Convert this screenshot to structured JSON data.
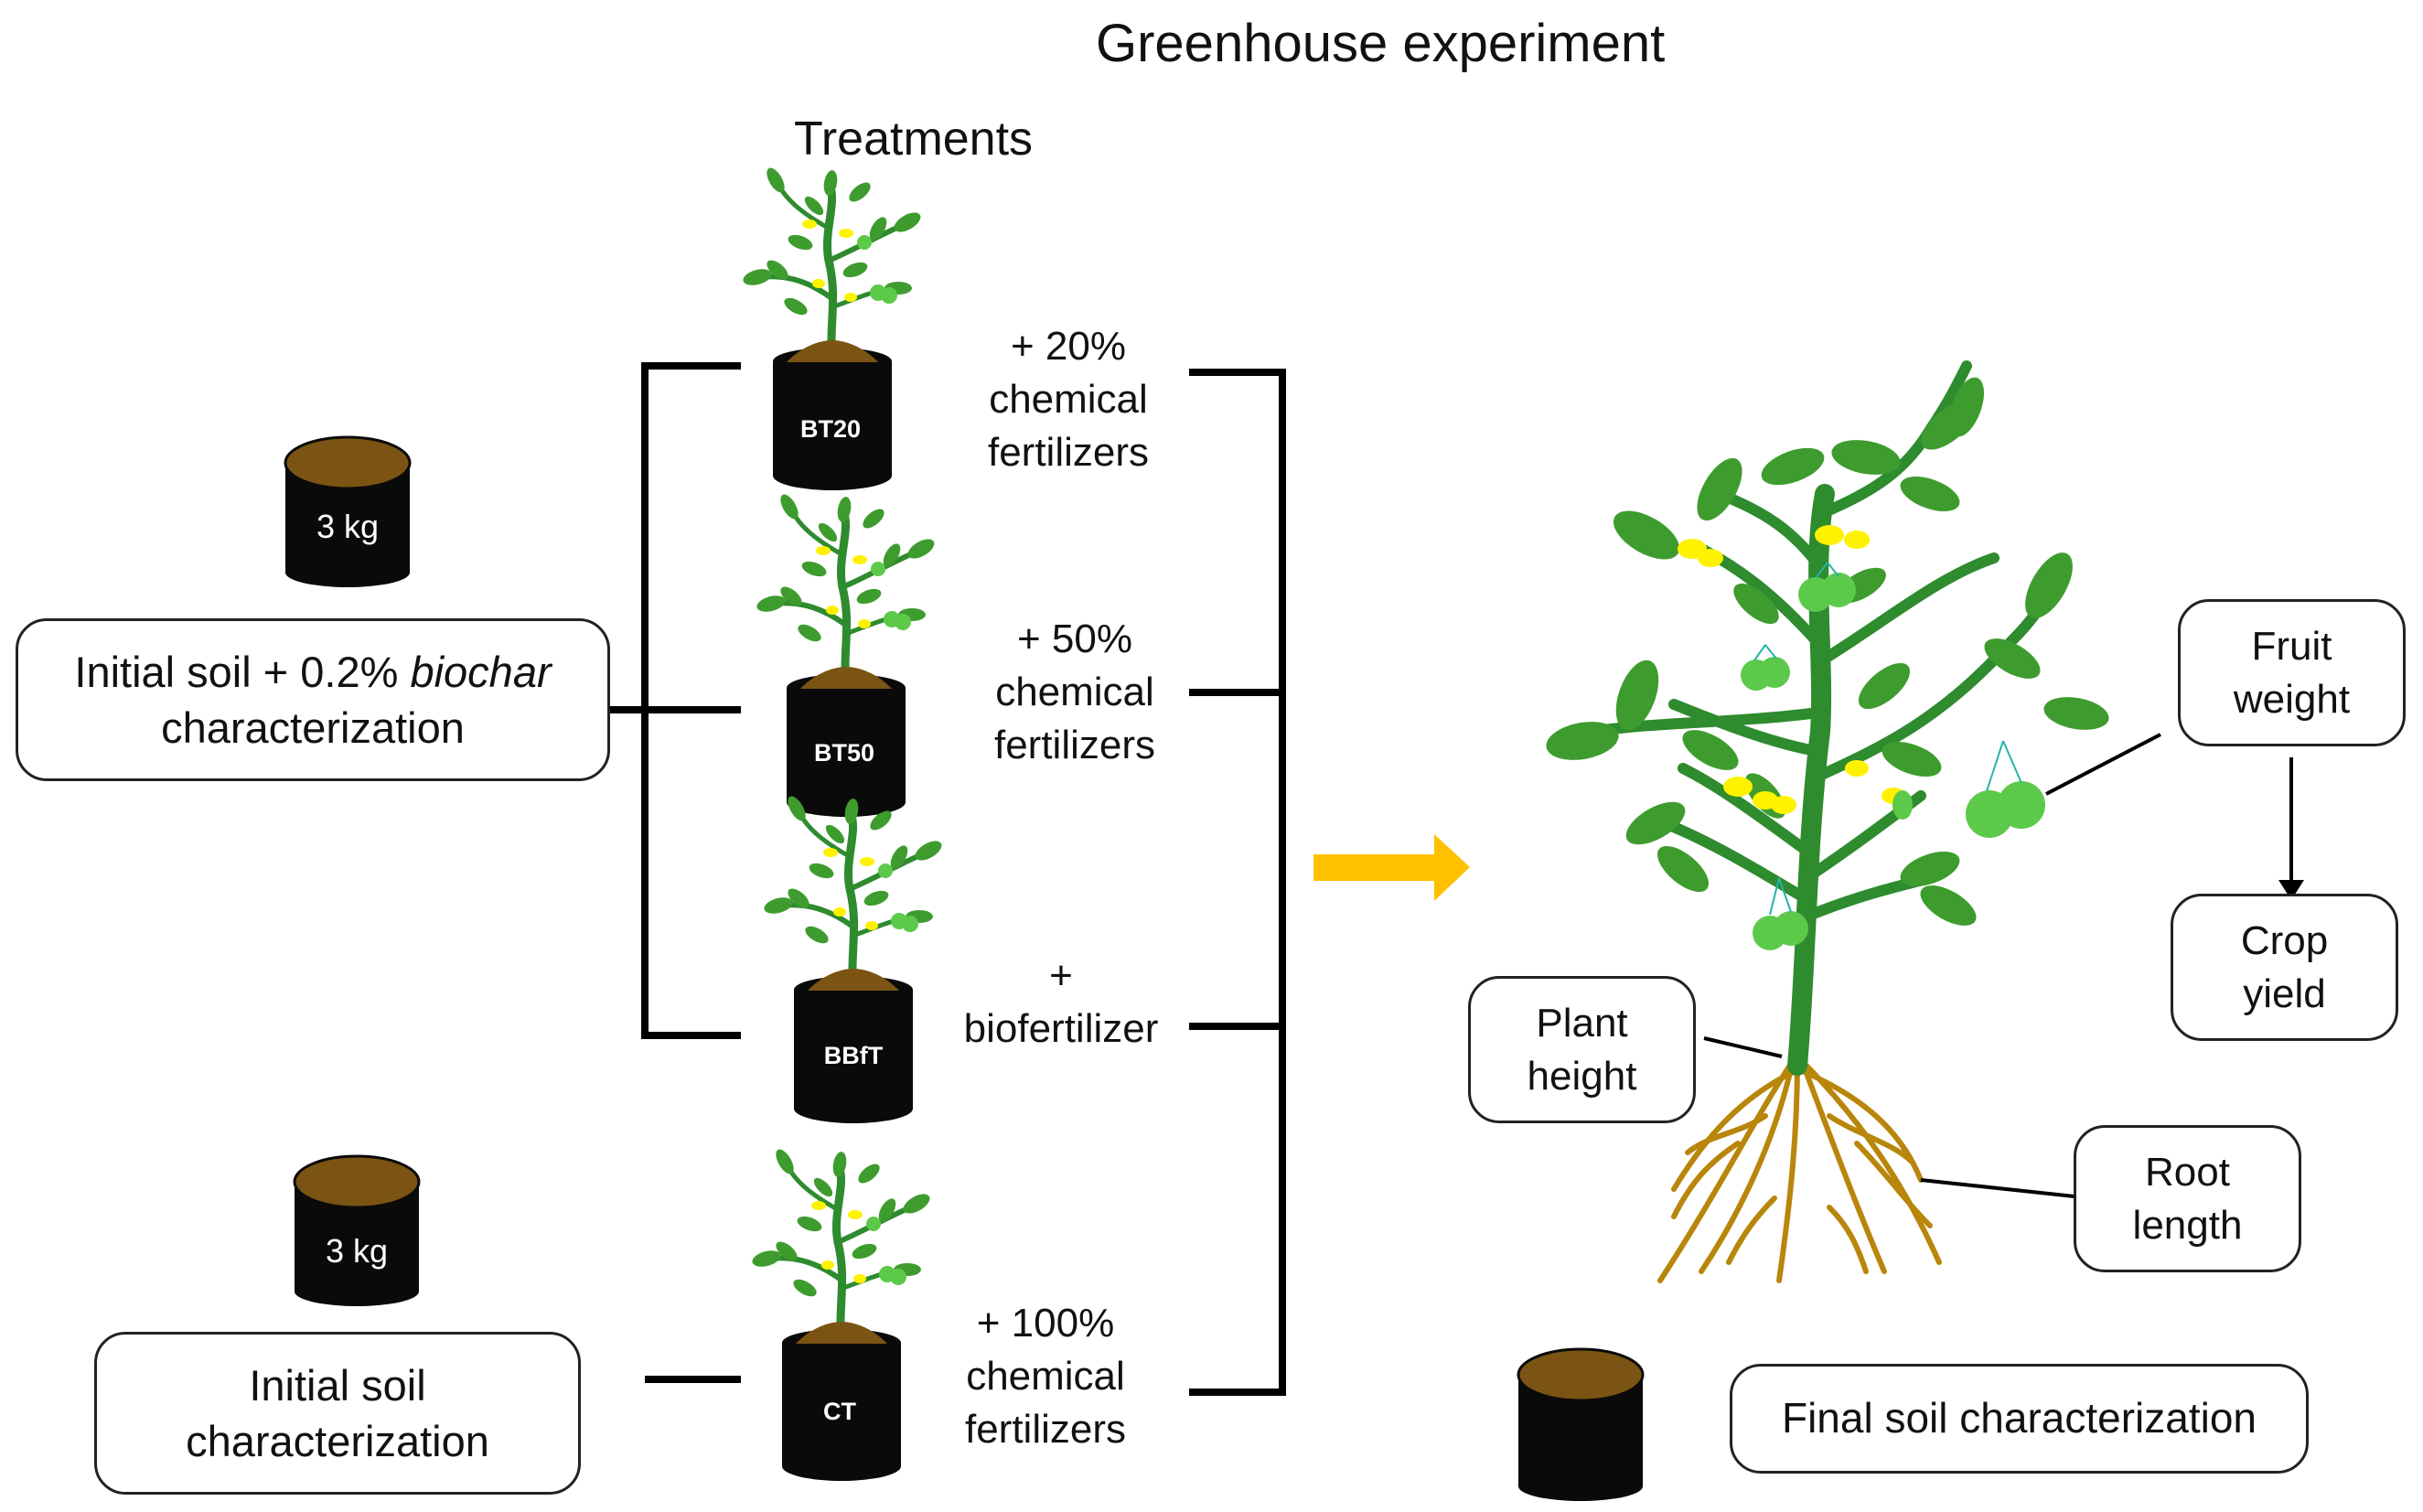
{
  "header": {
    "title": "Greenhouse experiment",
    "treatments_heading": "Treatments"
  },
  "initial_biochar": {
    "pot_weight": "3 kg",
    "box_line1_prefix": "Initial soil + 0.2% ",
    "box_line1_italic": "biochar",
    "box_line2": "characterization"
  },
  "initial_soil": {
    "pot_weight": "3 kg",
    "box_line1": "Initial soil",
    "box_line2": "characterization"
  },
  "treatments": [
    {
      "pot_label": "BT20",
      "lines": [
        "+ 20%",
        "chemical",
        "fertilizers"
      ]
    },
    {
      "pot_label": "BT50",
      "lines": [
        "+ 50%",
        "chemical",
        "fertilizers"
      ]
    },
    {
      "pot_label": "BBfT",
      "lines": [
        "+",
        "biofertilizer"
      ]
    },
    {
      "pot_label": "CT",
      "lines": [
        "+ 100%",
        "chemical",
        "fertilizers"
      ]
    }
  ],
  "measurements": {
    "fruit_weight": [
      "Fruit",
      "weight"
    ],
    "crop_yield": [
      "Crop",
      "yield"
    ],
    "plant_height": [
      "Plant",
      "height"
    ],
    "root_length": [
      "Root",
      "length"
    ],
    "final_soil": "Final soil characterization"
  },
  "colors": {
    "arrow": "#FFC000",
    "soil": "#7B5413",
    "pot": "#0a0a0a",
    "leaf": "#3E9C2E",
    "stem": "#2E8B2E",
    "fruit": "#5DC94A",
    "flower": "#FFF200",
    "root": "#B8860B"
  }
}
